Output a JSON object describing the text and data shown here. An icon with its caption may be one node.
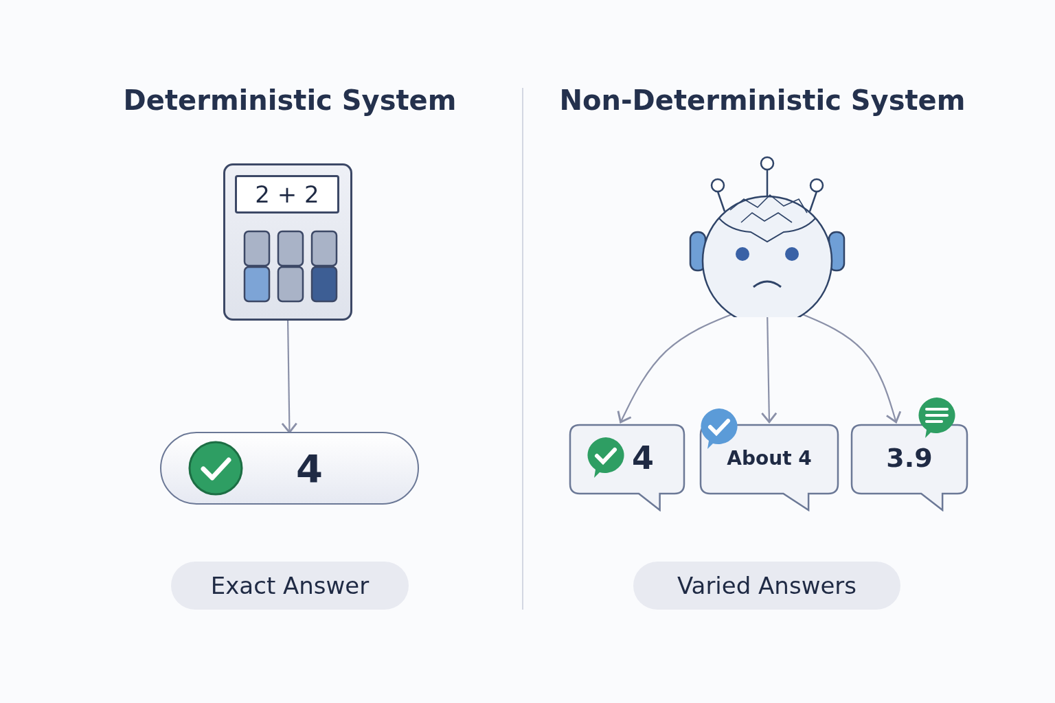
{
  "diagram": {
    "nodes": [
      {
        "text": [
          "2 + 2"
        ]
      },
      {
        "text": [
          "4"
        ]
      },
      {
        "text": [],
        "shape": "picture"
      },
      {
        "text": [
          "4"
        ]
      },
      {
        "text": [
          "About 4"
        ]
      },
      {
        "text": [
          "3.9"
        ]
      },
      {
        "text": [
          "Exact Answer"
        ]
      },
      {
        "text": [
          "Varied Answers"
        ]
      }
    ],
    "edges": [
      {
        "from": 0,
        "to": 1,
        "arrow": "to"
      },
      {
        "from": 2,
        "to": 3,
        "arrow": "to"
      },
      {
        "from": 2,
        "to": 4,
        "arrow": "to"
      },
      {
        "from": 2,
        "to": 5,
        "arrow": "to"
      }
    ],
    "labels": [
      "Deterministic System",
      "Non-Deterministic System"
    ]
  }
}
